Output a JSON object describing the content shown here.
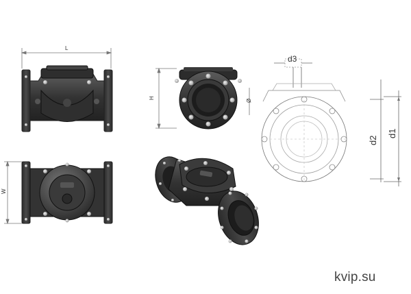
{
  "dimensions": {
    "length": "L",
    "height": "H",
    "width": "W",
    "bolt_hole": "d3",
    "pitch_diameter": "d2",
    "flange_diameter": "d1",
    "bore": "Ø"
  },
  "watermark": "kvip.su",
  "colors": {
    "body": "#3a3a3a",
    "body_light": "#5a5a5a",
    "bolt": "#cfcfcf",
    "line": "#555555",
    "dim": "#666666"
  }
}
